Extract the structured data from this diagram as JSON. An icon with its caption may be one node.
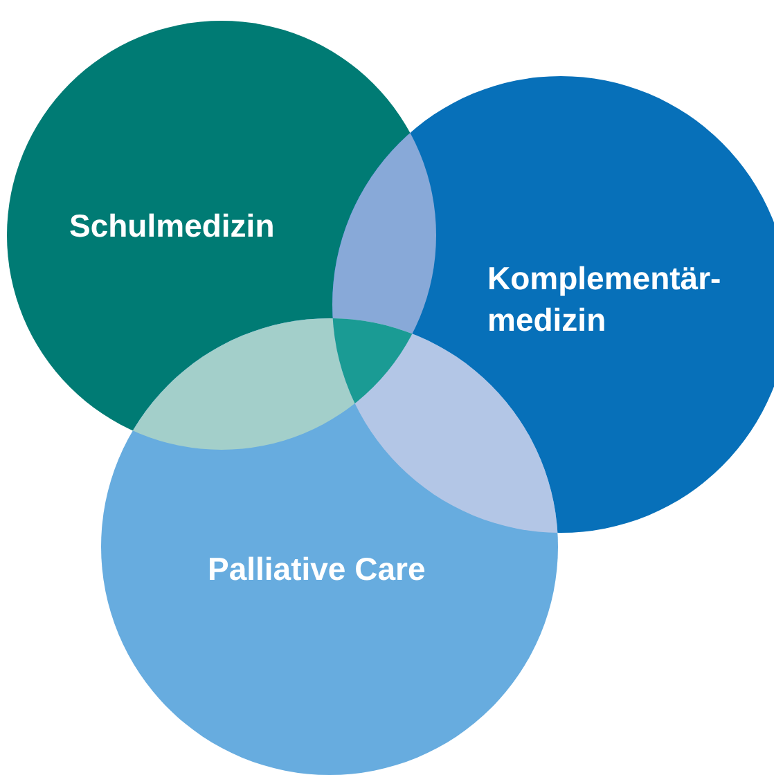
{
  "diagram": {
    "nodes": [
      {
        "text": [
          "Schulmedizin"
        ]
      },
      {
        "text": [
          "Komplementär- medizin"
        ]
      },
      {
        "text": [
          "Palliative Care"
        ]
      }
    ]
  }
}
